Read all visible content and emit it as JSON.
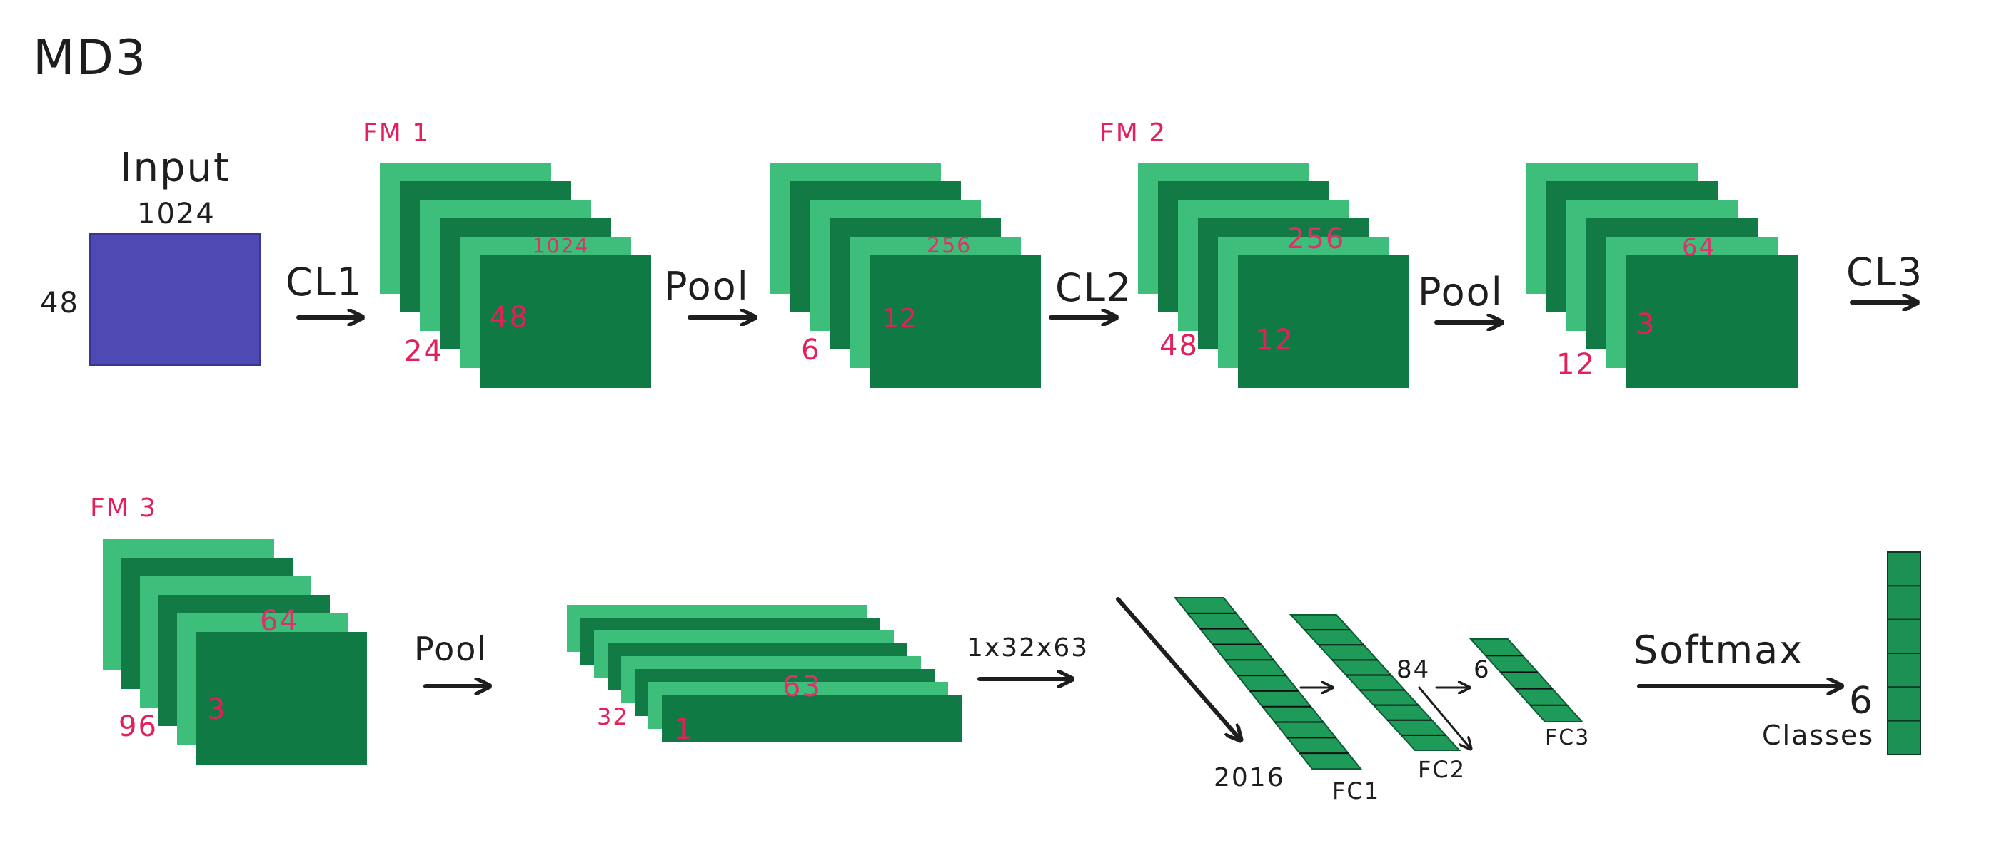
{
  "title": "MD3",
  "input": {
    "label": "Input",
    "width": "1024",
    "height": "48",
    "color": "#4e49b3"
  },
  "row1": {
    "cl1": "CL1",
    "fm1": {
      "label": "FM 1",
      "depth": "24",
      "width": "1024",
      "height": "48"
    },
    "pool1": {
      "label": "Pool",
      "depth": "6",
      "width": "256",
      "height": "12"
    },
    "cl2": "CL2",
    "fm2": {
      "label": "FM 2",
      "depth": "48",
      "width": "256",
      "height": "12"
    },
    "pool2": {
      "label": "Pool",
      "depth": "12",
      "width": "64",
      "height": "3"
    },
    "cl3": "CL3"
  },
  "row2": {
    "fm3": {
      "label": "FM 3",
      "depth": "96",
      "width": "64",
      "height": "3"
    },
    "pool3": {
      "label": "Pool",
      "depth": "32",
      "width": "63",
      "height": "1"
    },
    "reshape": "1x32x63",
    "flatten": "2016",
    "fc1": "FC1",
    "fc2_units": "84",
    "fc2": "FC2",
    "fc3_units": "6",
    "fc3": "FC3",
    "softmax": "Softmax",
    "classes_count": "6",
    "classes_label": "Classes"
  },
  "colors": {
    "light_green": "#3dbe7a",
    "dark_green": "#127a45",
    "front_green": "#107a44",
    "red_label": "#e2205a",
    "text": "#1e1e1e"
  }
}
